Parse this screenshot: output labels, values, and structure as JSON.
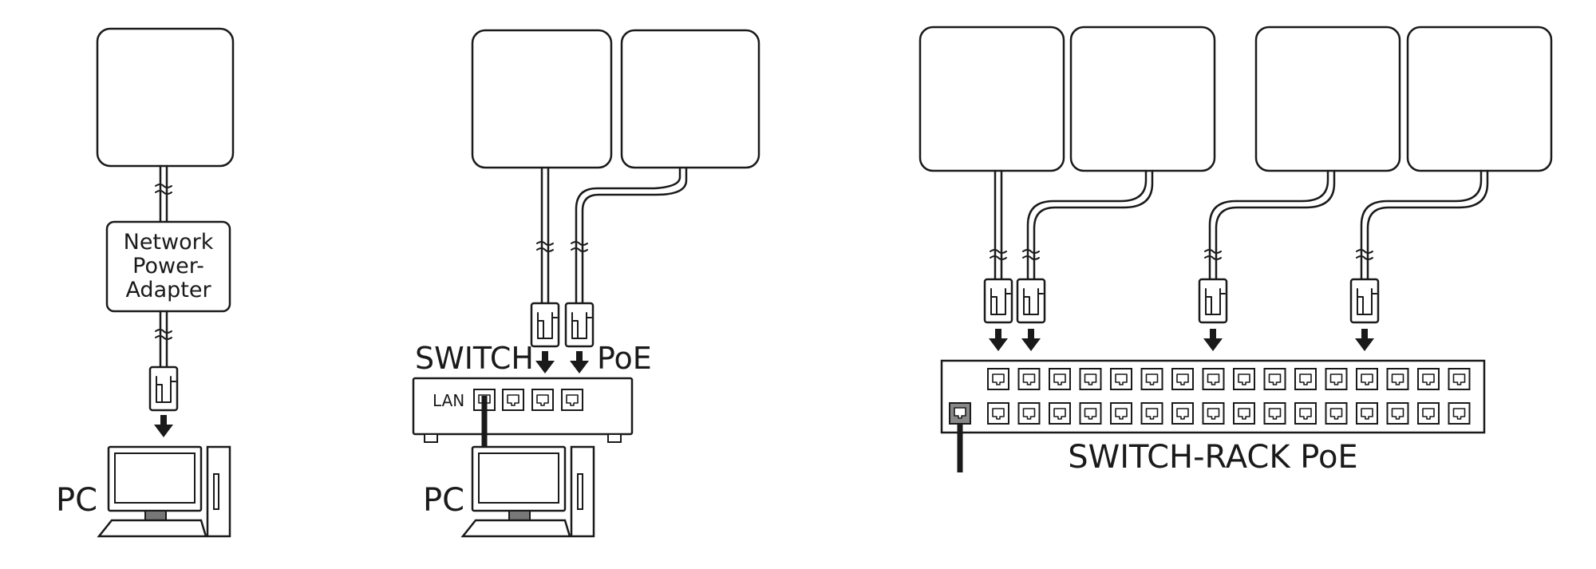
{
  "diagram": {
    "setup1": {
      "adapter_lines": [
        "Network",
        "Power-",
        "Adapter"
      ],
      "pc_label": "PC"
    },
    "setup2": {
      "switch_label": "SWITCH",
      "poe_label": "PoE",
      "lan_label": "LAN",
      "pc_label": "PC"
    },
    "setup3": {
      "rack_label": "SWITCH-RACK PoE"
    },
    "colors": {
      "stroke": "#1a1a1a",
      "background": "#ffffff",
      "port_highlight": "#888888",
      "monitor_stand": "#777777"
    }
  }
}
